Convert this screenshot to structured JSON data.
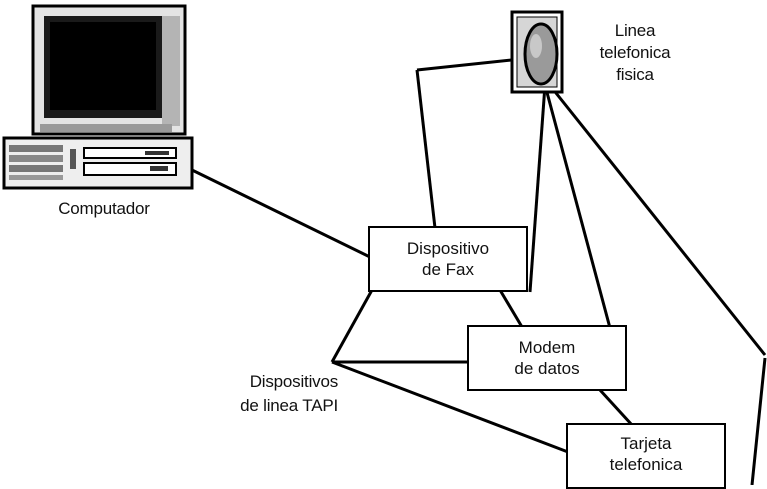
{
  "labels": {
    "computer": "Computador",
    "phone_line": [
      "Linea",
      "telefonica",
      "fisica"
    ],
    "tapi_devices": [
      "Dispositivos",
      "de linea TAPI"
    ]
  },
  "devices": [
    {
      "id": "fax",
      "lines": [
        "Dispositivo",
        "de Fax"
      ]
    },
    {
      "id": "modem",
      "lines": [
        "Modem",
        "de datos"
      ]
    },
    {
      "id": "phone-card",
      "lines": [
        "Tarjeta",
        "telefonica"
      ]
    }
  ],
  "colors": {
    "line": "#000000",
    "box_border": "#000000",
    "background": "#ffffff"
  }
}
